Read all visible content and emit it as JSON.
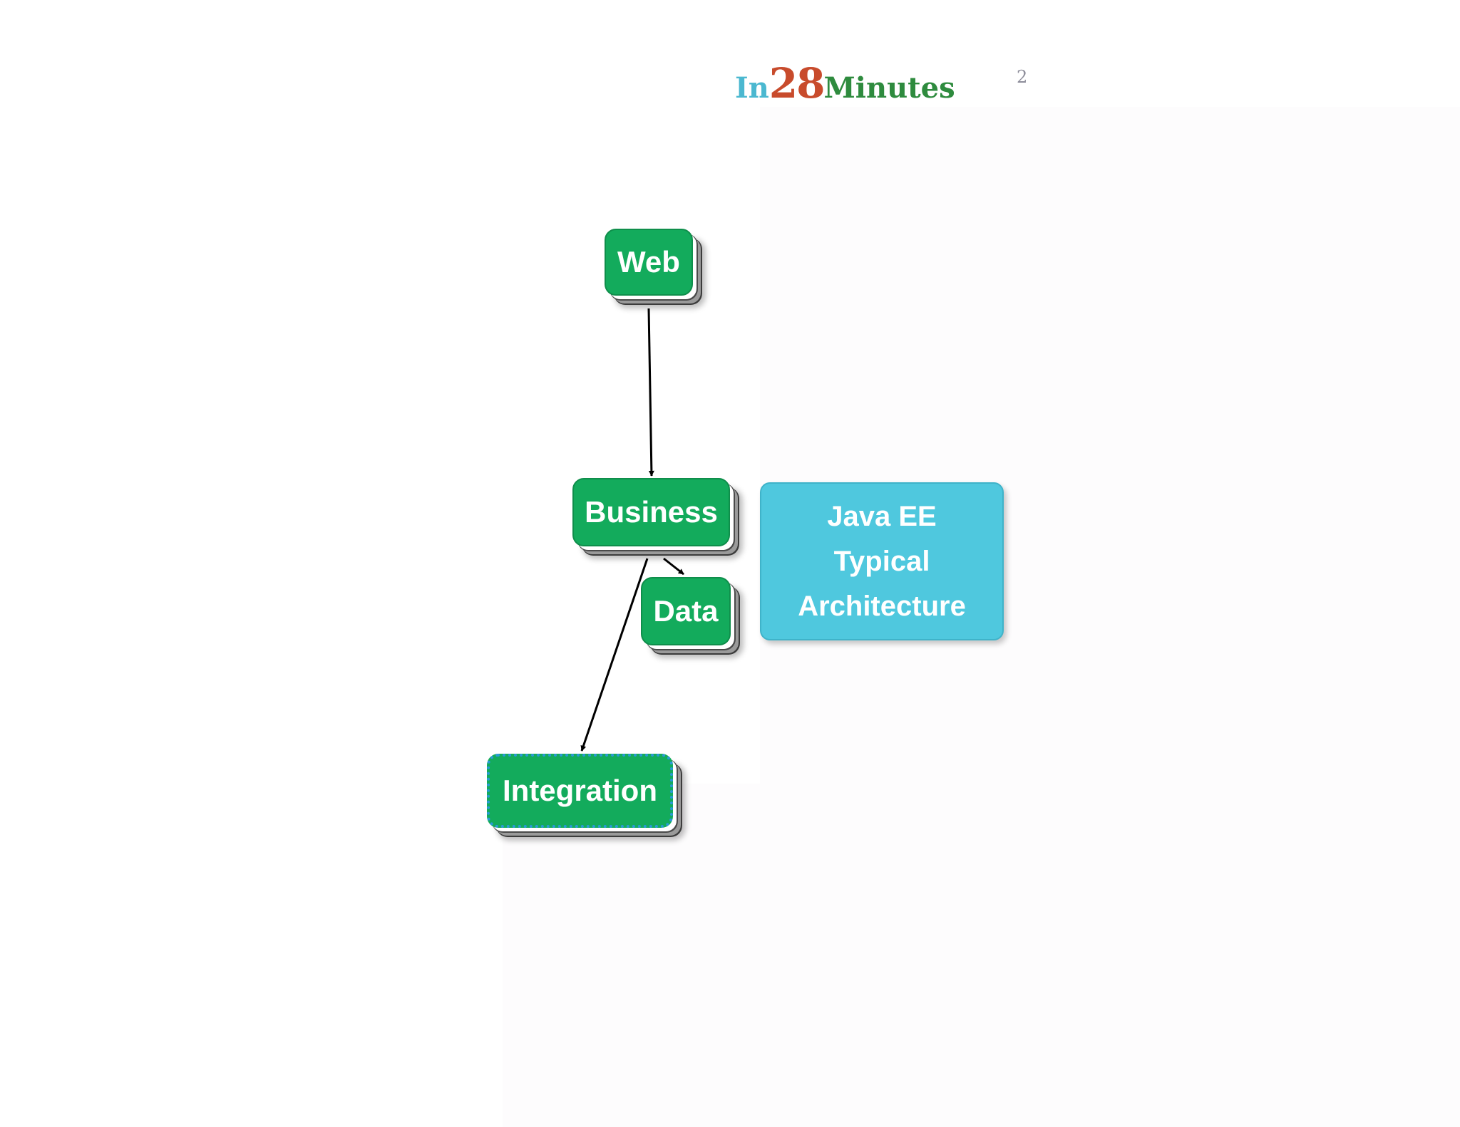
{
  "logo": {
    "part_in": "In",
    "part_number": "28",
    "part_minutes": "Minutes"
  },
  "page_number": "2",
  "diagram": {
    "nodes": {
      "web": "Web",
      "business": "Business",
      "data": "Data",
      "integration": "Integration"
    },
    "note_lines": [
      "Java EE",
      "Typical",
      "Architecture"
    ],
    "edges": [
      {
        "from": "Web",
        "to": "Business"
      },
      {
        "from": "Business",
        "to": "Data"
      },
      {
        "from": "Business",
        "to": "Integration"
      }
    ],
    "colors": {
      "node_fill": "#13ab5c",
      "note_fill": "#4fc8de",
      "integration_border": "#2a9ad8",
      "logo_in": "#4bb8d0",
      "logo_number": "#c84b2c",
      "logo_minutes": "#2e8b3e"
    }
  }
}
